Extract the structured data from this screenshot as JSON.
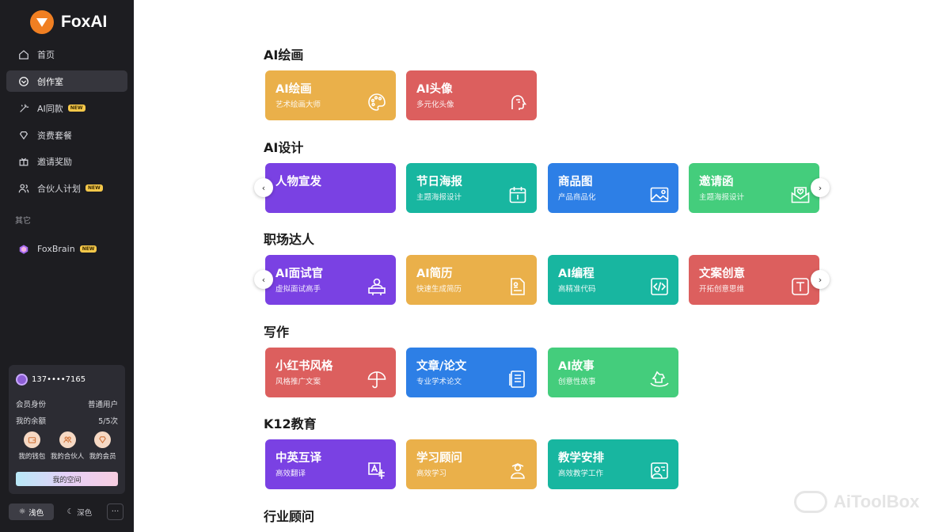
{
  "app": {
    "name": "FoxAI"
  },
  "colors": {
    "sidebar_bg": "#1d1d21",
    "orange": "#eab04a",
    "red": "#dc5f5e",
    "purple": "#7a41e3",
    "teal": "#18b6a0",
    "blue": "#2d7fe6",
    "green": "#44cd7c",
    "new_badge": "#f5c84a"
  },
  "sidebar": {
    "items": [
      {
        "label": "首页",
        "icon": "home-icon"
      },
      {
        "label": "创作室",
        "icon": "studio-icon",
        "active": true
      },
      {
        "label": "AI同款",
        "icon": "magic-icon",
        "badge": "NEW"
      },
      {
        "label": "资费套餐",
        "icon": "diamond-icon"
      },
      {
        "label": "邀请奖励",
        "icon": "gift-icon"
      },
      {
        "label": "合伙人计划",
        "icon": "users-icon",
        "badge": "NEW"
      }
    ],
    "other_section": "其它",
    "other_items": [
      {
        "label": "FoxBrain",
        "icon": "foxbrain-icon",
        "badge": "NEW"
      }
    ]
  },
  "user_card": {
    "phone": "137••••7165",
    "membership_label": "会员身份",
    "membership_value": "普通用户",
    "balance_label": "我的余额",
    "balance_value": "5/5次",
    "links": [
      {
        "label": "我的钱包",
        "icon": "wallet-icon"
      },
      {
        "label": "我的合伙人",
        "icon": "partner-icon"
      },
      {
        "label": "我的会员",
        "icon": "vip-icon"
      }
    ],
    "space_button": "我的空间"
  },
  "theme": {
    "light": "浅色",
    "dark": "深色",
    "more": "···"
  },
  "sections": [
    {
      "title": "AI绘画",
      "cards": [
        {
          "title": "AI绘画",
          "sub": "艺术绘画大师",
          "color": "orange",
          "icon": "palette-icon"
        },
        {
          "title": "AI头像",
          "sub": "多元化头像",
          "color": "red",
          "icon": "face-icon"
        }
      ]
    },
    {
      "title": "AI设计",
      "cards": [
        {
          "title": "人物宣发",
          "sub": "",
          "color": "purple",
          "icon": ""
        },
        {
          "title": "节日海报",
          "sub": "主题海报设计",
          "color": "teal",
          "icon": "calendar-icon"
        },
        {
          "title": "商品图",
          "sub": "产品商品化",
          "color": "blue",
          "icon": "image-icon"
        },
        {
          "title": "邀请函",
          "sub": "主题海报设计",
          "color": "green",
          "icon": "envelope-icon"
        }
      ]
    },
    {
      "title": "职场达人",
      "cards": [
        {
          "title": "AI面试官",
          "sub": "虚拟面试高手",
          "color": "purple",
          "icon": "interview-icon"
        },
        {
          "title": "AI简历",
          "sub": "快速生成简历",
          "color": "orange",
          "icon": "resume-icon"
        },
        {
          "title": "AI编程",
          "sub": "高精准代码",
          "color": "teal",
          "icon": "code-icon"
        },
        {
          "title": "文案创意",
          "sub": "开拓创意思维",
          "color": "red",
          "icon": "text-icon"
        }
      ]
    },
    {
      "title": "写作",
      "cards": [
        {
          "title": "小红书风格",
          "sub": "风格推广文案",
          "color": "red",
          "icon": "umbrella-icon"
        },
        {
          "title": "文章/论文",
          "sub": "专业学术论文",
          "color": "blue",
          "icon": "document-icon"
        },
        {
          "title": "AI故事",
          "sub": "创意性故事",
          "color": "green",
          "icon": "rocking-horse-icon"
        }
      ]
    },
    {
      "title": "K12教育",
      "cards": [
        {
          "title": "中英互译",
          "sub": "高效翻译",
          "color": "purple",
          "icon": "translate-icon"
        },
        {
          "title": "学习顾问",
          "sub": "高效学习",
          "color": "orange",
          "icon": "student-icon"
        },
        {
          "title": "教学安排",
          "sub": "高效教学工作",
          "color": "teal",
          "icon": "teacher-icon"
        }
      ]
    },
    {
      "title": "行业顾问",
      "cards": []
    }
  ],
  "watermark": "AiToolBox"
}
